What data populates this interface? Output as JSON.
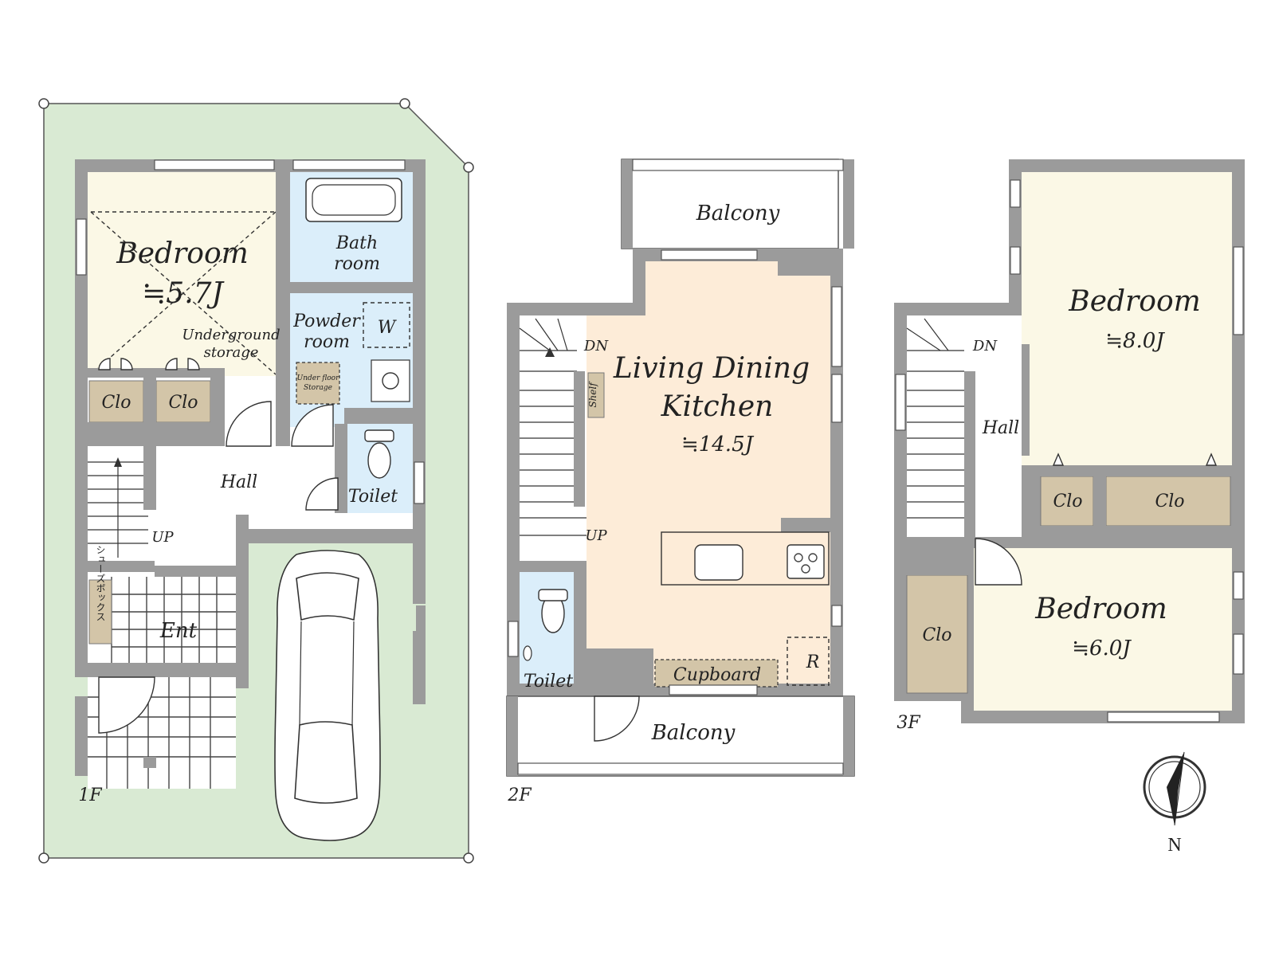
{
  "floors": {
    "first": {
      "label": "1F",
      "rooms": {
        "bedroom": {
          "name": "Bedroom",
          "size": "≒5.7J"
        },
        "underground_storage": {
          "line1": "Underground",
          "line2": "storage"
        },
        "closet_left": "Clo",
        "closet_right": "Clo",
        "bathroom": {
          "line1": "Bath",
          "line2": "room"
        },
        "powder_room": {
          "line1": "Powder",
          "line2": "room"
        },
        "washer": "W",
        "underfloor_storage": {
          "line1": "Under floor",
          "line2": "Storage"
        },
        "hall": "Hall",
        "toilet": "Toilet",
        "stairs_up": "UP",
        "shoe_box": "シューズボックス",
        "entrance": "Ent"
      }
    },
    "second": {
      "label": "2F",
      "rooms": {
        "balcony_north": "Balcony",
        "ldk": {
          "line1": "Living Dining",
          "line2": "Kitchen",
          "size": "≒14.5J"
        },
        "shelf": "Shelf",
        "stairs_down": "DN",
        "stairs_up": "UP",
        "toilet": "Toilet",
        "cupboard": "Cupboard",
        "refrigerator": "R",
        "balcony_south": "Balcony"
      }
    },
    "third": {
      "label": "3F",
      "rooms": {
        "bedroom_large": {
          "name": "Bedroom",
          "size": "≒8.0J"
        },
        "hall": "Hall",
        "stairs_down": "DN",
        "closet_a": "Clo",
        "closet_b": "Clo",
        "closet_c": "Clo",
        "bedroom_small": {
          "name": "Bedroom",
          "size": "≒6.0J"
        }
      }
    }
  },
  "compass": {
    "label": "N"
  },
  "colors": {
    "lot": "#d9ead3",
    "bedroom": "#fbf8e6",
    "wet": "#dbeefa",
    "ldk": "#fdecd8",
    "closet": "#d3c5a8",
    "wall": "#9b9b9b"
  }
}
